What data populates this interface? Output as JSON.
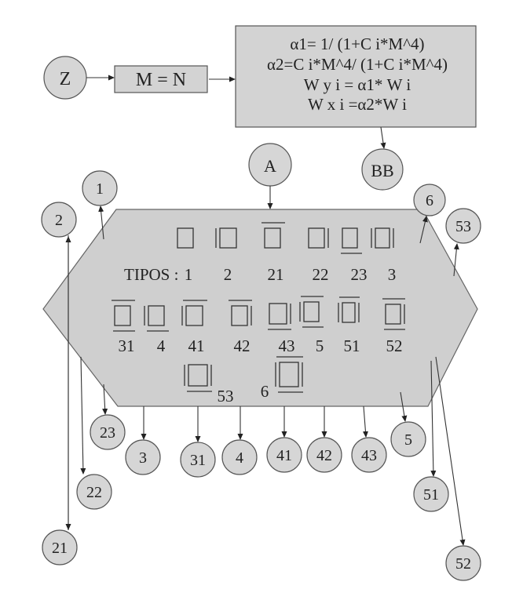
{
  "start_node": "Z",
  "assign_box": "M = N",
  "formula_box": {
    "lines": [
      "α1= 1/ (1+C i*M^4)",
      "α2=C i*M^4/ (1+C i*M^4)",
      "W y i = α1* W i",
      "W x i =α2*W i"
    ]
  },
  "node_a": "A",
  "node_bb": "BB",
  "types_prefix": "TIPOS :",
  "types": [
    {
      "id": "1",
      "left": false,
      "right": false,
      "top": false,
      "bottom": false
    },
    {
      "id": "2",
      "left": true,
      "right": false,
      "top": false,
      "bottom": false
    },
    {
      "id": "21",
      "left": false,
      "right": false,
      "top": true,
      "bottom": false
    },
    {
      "id": "22",
      "left": false,
      "right": true,
      "top": false,
      "bottom": false
    },
    {
      "id": "23",
      "left": false,
      "right": false,
      "top": false,
      "bottom": true
    },
    {
      "id": "3",
      "left": true,
      "right": true,
      "top": false,
      "bottom": false
    },
    {
      "id": "31",
      "left": false,
      "right": false,
      "top": true,
      "bottom": true
    },
    {
      "id": "4",
      "left": true,
      "right": false,
      "top": false,
      "bottom": true
    },
    {
      "id": "41",
      "left": true,
      "right": false,
      "top": true,
      "bottom": false
    },
    {
      "id": "42",
      "left": false,
      "right": true,
      "top": true,
      "bottom": false
    },
    {
      "id": "43",
      "left": false,
      "right": true,
      "top": false,
      "bottom": true
    },
    {
      "id": "5",
      "left": true,
      "right": false,
      "top": true,
      "bottom": true
    },
    {
      "id": "51",
      "left": true,
      "right": true,
      "top": true,
      "bottom": false
    },
    {
      "id": "52",
      "left": false,
      "right": true,
      "top": true,
      "bottom": true
    },
    {
      "id": "53",
      "left": true,
      "right": true,
      "top": false,
      "bottom": true
    },
    {
      "id": "6",
      "left": true,
      "right": true,
      "top": true,
      "bottom": true
    }
  ],
  "output_nodes": [
    "1",
    "2",
    "6",
    "53",
    "23",
    "3",
    "31",
    "4",
    "41",
    "42",
    "43",
    "5",
    "22",
    "51",
    "21",
    "52"
  ]
}
